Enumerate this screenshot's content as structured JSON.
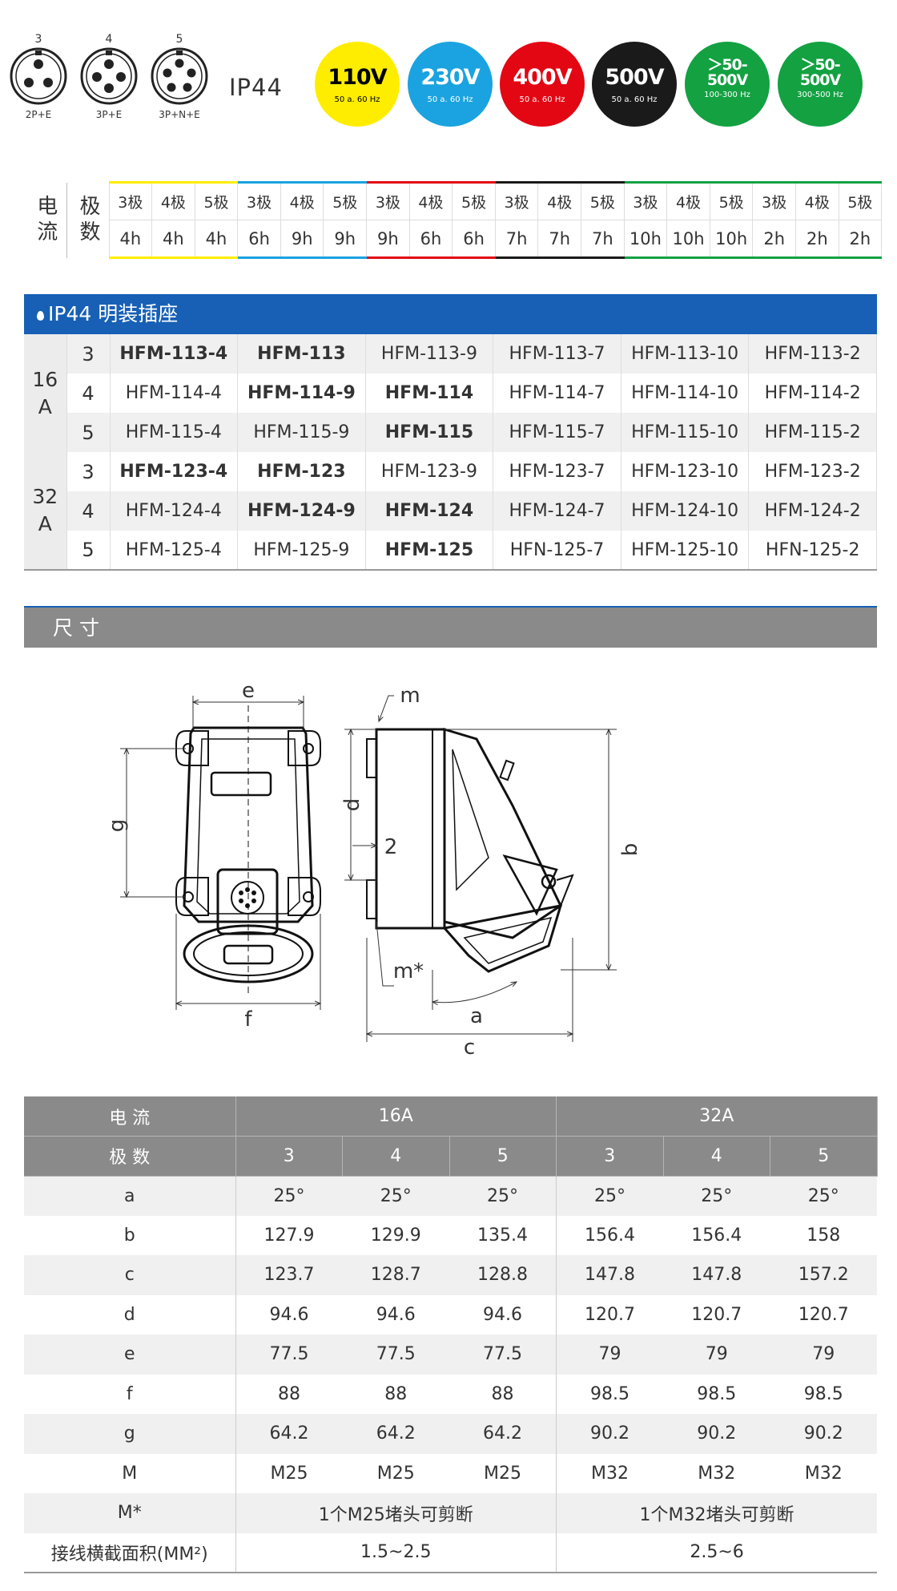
{
  "pins": [
    {
      "num": "3",
      "caption": "2P+E",
      "dots": 3
    },
    {
      "num": "4",
      "caption": "3P+E",
      "dots": 4
    },
    {
      "num": "5",
      "caption": "3P+N+E",
      "dots": 5
    }
  ],
  "ip_label": "IP44",
  "voltages": [
    {
      "main": "110V",
      "sub": "50 a. 60 Hz",
      "bg": "#ffed00",
      "fg": "#000000",
      "two": false
    },
    {
      "main": "230V",
      "sub": "50 a. 60 Hz",
      "bg": "#1aa3e0",
      "fg": "#ffffff",
      "two": false
    },
    {
      "main": "400V",
      "sub": "50 a. 60 Hz",
      "bg": "#e30613",
      "fg": "#ffffff",
      "two": false
    },
    {
      "main": "500V",
      "sub": "50 a. 60 Hz",
      "bg": "#1a1a1a",
      "fg": "#ffffff",
      "two": false
    },
    {
      "main1": "＞50-",
      "main2": "500V",
      "sub": "100-300 Hz",
      "bg": "#13a142",
      "fg": "#ffffff",
      "two": true
    },
    {
      "main1": "＞50-",
      "main2": "500V",
      "sub": "300-500 Hz",
      "bg": "#13a142",
      "fg": "#ffffff",
      "two": true
    }
  ],
  "hours_table": {
    "label_current": "电流",
    "label_poles": "极数",
    "group_colors": [
      "#ffed00",
      "#1aa3e0",
      "#e30613",
      "#1a1a1a",
      "#13a142",
      "#13a142"
    ],
    "poles": [
      "3极",
      "4极",
      "5极",
      "3极",
      "4极",
      "5极",
      "3极",
      "4极",
      "5极",
      "3极",
      "4极",
      "5极",
      "3极",
      "4极",
      "5极",
      "3极",
      "4极",
      "5极"
    ],
    "hours": [
      "4h",
      "4h",
      "4h",
      "6h",
      "9h",
      "9h",
      "9h",
      "6h",
      "6h",
      "7h",
      "7h",
      "7h",
      "10h",
      "10h",
      "10h",
      "2h",
      "2h",
      "2h"
    ]
  },
  "model_section": {
    "title": "IP44 明装插座",
    "groups": [
      {
        "amp1": "16",
        "amp2": "A",
        "rows": [
          {
            "pole": "3",
            "models": [
              "HFM-113-4",
              "HFM-113",
              "HFM-113-9",
              "HFM-113-7",
              "HFM-113-10",
              "HFM-113-2"
            ],
            "bold": [
              true,
              true,
              false,
              false,
              false,
              false
            ]
          },
          {
            "pole": "4",
            "models": [
              "HFM-114-4",
              "HFM-114-9",
              "HFM-114",
              "HFM-114-7",
              "HFM-114-10",
              "HFM-114-2"
            ],
            "bold": [
              false,
              true,
              true,
              false,
              false,
              false
            ]
          },
          {
            "pole": "5",
            "models": [
              "HFM-115-4",
              "HFM-115-9",
              "HFM-115",
              "HFM-115-7",
              "HFM-115-10",
              "HFM-115-2"
            ],
            "bold": [
              false,
              false,
              true,
              false,
              false,
              false
            ]
          }
        ]
      },
      {
        "amp1": "32",
        "amp2": "A",
        "rows": [
          {
            "pole": "3",
            "models": [
              "HFM-123-4",
              "HFM-123",
              "HFM-123-9",
              "HFM-123-7",
              "HFM-123-10",
              "HFM-123-2"
            ],
            "bold": [
              true,
              true,
              false,
              false,
              false,
              false
            ]
          },
          {
            "pole": "4",
            "models": [
              "HFM-124-4",
              "HFM-124-9",
              "HFM-124",
              "HFM-124-7",
              "HFM-124-10",
              "HFM-124-2"
            ],
            "bold": [
              false,
              true,
              true,
              false,
              false,
              false
            ]
          },
          {
            "pole": "5",
            "models": [
              "HFM-125-4",
              "HFM-125-9",
              "HFM-125",
              "HFN-125-7",
              "HFM-125-10",
              "HFN-125-2"
            ],
            "bold": [
              false,
              false,
              true,
              false,
              false,
              false
            ]
          }
        ]
      }
    ]
  },
  "dimension_section": {
    "title": "尺 寸",
    "drawing_labels": {
      "e": "e",
      "g": "g",
      "f": "f",
      "m": "m",
      "d": "d",
      "two": "2",
      "m_star": "m*",
      "b": "b",
      "a": "a",
      "c": "c"
    }
  },
  "dimension_table": {
    "h_current": "电 流",
    "h_poles": "极 数",
    "currents": [
      "16A",
      "32A"
    ],
    "poles": [
      "3",
      "4",
      "5",
      "3",
      "4",
      "5"
    ],
    "rows": [
      {
        "key": "a",
        "vals": [
          "25°",
          "25°",
          "25°",
          "25°",
          "25°",
          "25°"
        ]
      },
      {
        "key": "b",
        "vals": [
          "127.9",
          "129.9",
          "135.4",
          "156.4",
          "156.4",
          "158"
        ]
      },
      {
        "key": "c",
        "vals": [
          "123.7",
          "128.7",
          "128.8",
          "147.8",
          "147.8",
          "157.2"
        ]
      },
      {
        "key": "d",
        "vals": [
          "94.6",
          "94.6",
          "94.6",
          "120.7",
          "120.7",
          "120.7"
        ]
      },
      {
        "key": "e",
        "vals": [
          "77.5",
          "77.5",
          "77.5",
          "79",
          "79",
          "79"
        ]
      },
      {
        "key": "f",
        "vals": [
          "88",
          "88",
          "88",
          "98.5",
          "98.5",
          "98.5"
        ]
      },
      {
        "key": "g",
        "vals": [
          "64.2",
          "64.2",
          "64.2",
          "90.2",
          "90.2",
          "90.2"
        ]
      },
      {
        "key": "M",
        "vals": [
          "M25",
          "M25",
          "M25",
          "M32",
          "M32",
          "M32"
        ]
      }
    ],
    "m_star": {
      "key": "M*",
      "v16": "1个M25堵头可剪断",
      "v32": "1个M32堵头可剪断"
    },
    "cross": {
      "key": "接线横截面积(MM²)",
      "v16": "1.5~2.5",
      "v32": "2.5~6"
    }
  }
}
